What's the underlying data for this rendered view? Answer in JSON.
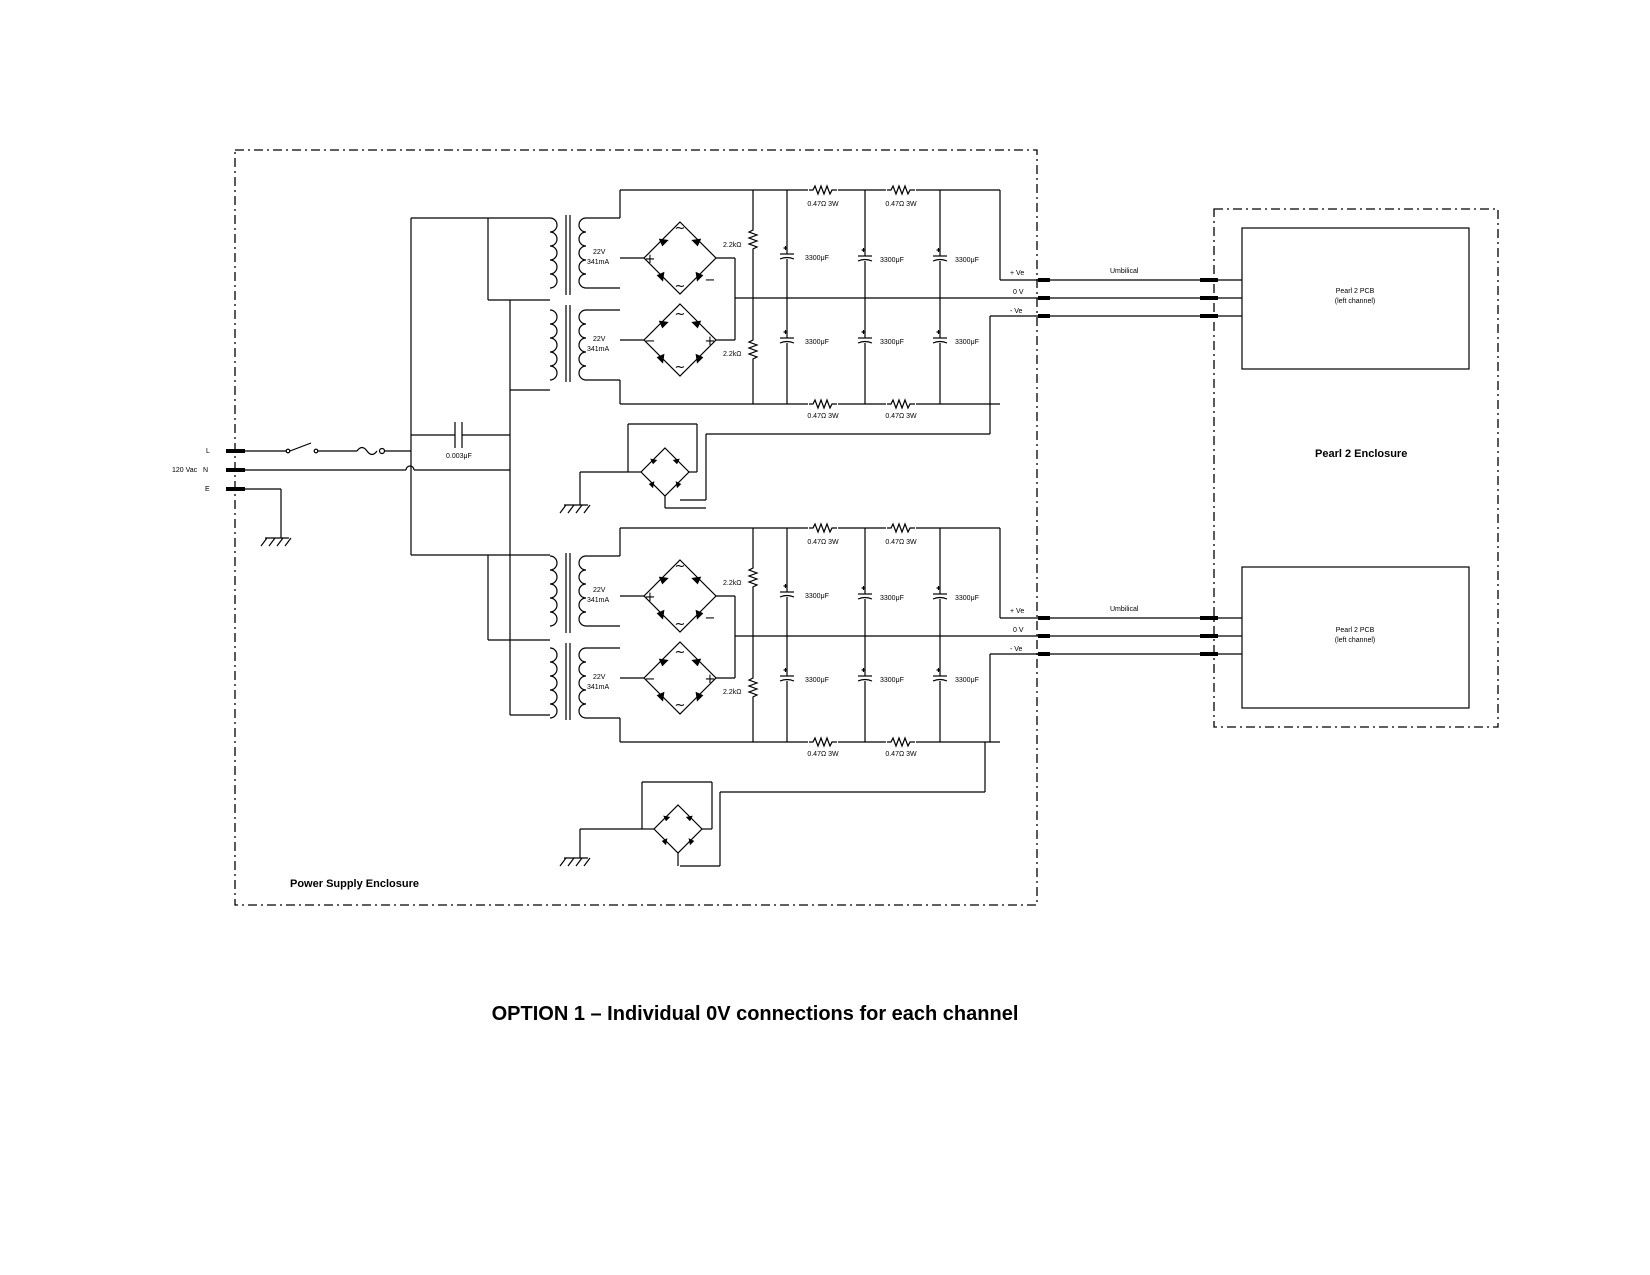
{
  "caption": "OPTION 1 – Individual 0V connections for each channel",
  "enclosures": {
    "power_supply": "Power Supply Enclosure",
    "pearl": "Pearl 2 Enclosure"
  },
  "mains": {
    "line": "L",
    "neutral": "N",
    "voltage": "120 Vac",
    "earth": "E",
    "filter_cap": "0.003μF"
  },
  "transformer": {
    "voltage": "22V",
    "current": "341mA"
  },
  "bleeder_resistor": "2.2kΩ",
  "series_resistor": "0.47Ω  3W",
  "filter_capacitor": "3300μF",
  "outputs": {
    "pos": "+ Ve",
    "zero": "0 V",
    "neg": "- Ve",
    "cable": "Umbilical"
  },
  "pcb": {
    "name": "Pearl 2 PCB",
    "channel": "(left channel)"
  },
  "colors": {
    "ink": "#000000",
    "background": "#ffffff"
  }
}
